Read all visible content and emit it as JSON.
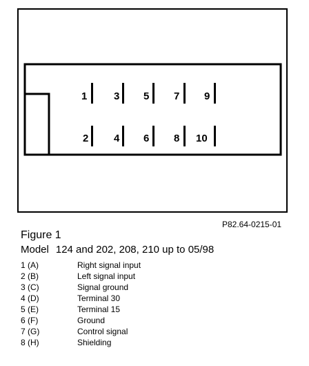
{
  "diagram": {
    "reference": "P82.64-0215-01",
    "pins_top": [
      "1",
      "3",
      "5",
      "7",
      "9"
    ],
    "pins_bottom": [
      "2",
      "4",
      "6",
      "8",
      "10"
    ]
  },
  "caption": {
    "figure": "Figure 1",
    "model_label": "Model",
    "model_value": "124 and 202, 208, 210 up to 05/98"
  },
  "legend": [
    {
      "key": "1 (A)",
      "desc": "Right signal input"
    },
    {
      "key": "2 (B)",
      "desc": "Left signal input"
    },
    {
      "key": "3 (C)",
      "desc": "Signal ground"
    },
    {
      "key": "4 (D)",
      "desc": "Terminal 30"
    },
    {
      "key": "5 (E)",
      "desc": "Terminal 15"
    },
    {
      "key": "6 (F)",
      "desc": "Ground"
    },
    {
      "key": "7 (G)",
      "desc": "Control signal"
    },
    {
      "key": "8 (H)",
      "desc": "Shielding"
    }
  ],
  "colors": {
    "line": "#000000",
    "background": "#ffffff"
  }
}
